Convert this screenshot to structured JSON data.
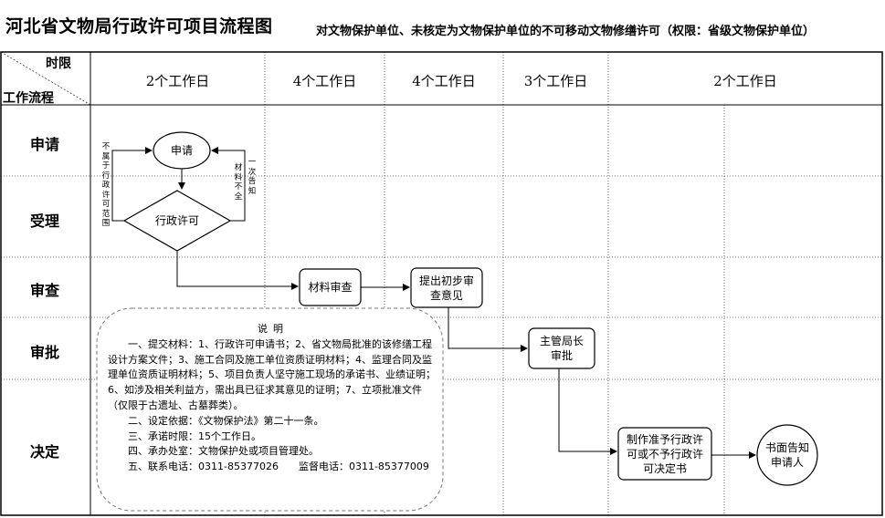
{
  "title": {
    "main": "河北省文物局行政许可项目流程图",
    "sub": "对文物保护单位、未核定为文物保护单位的不可移动文物修缮许可（权限：省级文物保护单位）"
  },
  "header": {
    "corner_top": "时限",
    "corner_bottom": "工作流程",
    "columns": [
      "2个工作日",
      "4个工作日",
      "4个工作日",
      "3个工作日",
      "2个工作日"
    ]
  },
  "rows": [
    "申请",
    "受理",
    "审查",
    "审批",
    "决定"
  ],
  "nodes": {
    "apply": "申请",
    "license": "行政许可",
    "material_review": "材料审查",
    "initial_opinion": "提出初步审查意见",
    "director_approval": "主管局长审批",
    "decision": "制作准予行政许可或不予行政许可决定书",
    "notify": "书面告知申请人"
  },
  "side_notes": {
    "left": "不属于行政许可范围",
    "right_a": "一次告知",
    "right_b": "材料不全"
  },
  "notes": {
    "heading": "说明",
    "item1": "一、提交材料：1、行政许可申请书；2、省文物局批准的该修缮工程设计方案文件；3、施工合同及施工单位资质证明材料；4、监理合同及监理单位资质证明材料；5、项目负责人坚守施工现场的承诺书、业绩证明；6、如涉及相关利益方，需出具已征求其意见的证明；7、立项批准文件（仅限于古遗址、古墓葬类）。",
    "item2": "二、设定依据：《文物保护法》第二十一条。",
    "item3": "三、承诺时限：15个工作日。",
    "item4": "四、承办处室：文物保护处或项目管理处。",
    "item5": "五、联系电话：0311-85377026　　监督电话：0311-85377009"
  }
}
